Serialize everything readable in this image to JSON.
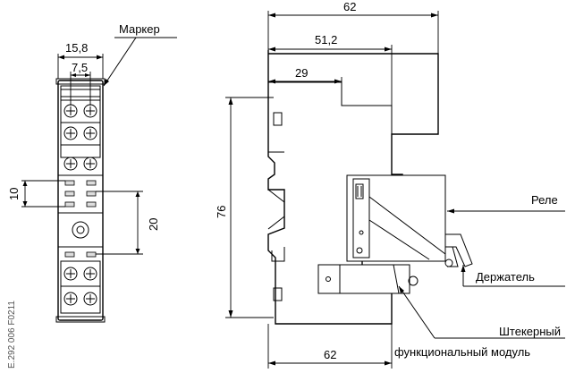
{
  "labels": {
    "marker": "Маркер",
    "relay": "Реле",
    "holder": "Держатель",
    "module_line1": "Штекерный",
    "module_line2": "функциональный модуль",
    "drawing_code": "E.292 006 F0211"
  },
  "dimensions": {
    "front_width": "15,8",
    "front_pitch": "7,5",
    "front_row_spacing": "10",
    "front_center_spacing": "20",
    "side_total_width_top": "62",
    "side_width_mid": "51,2",
    "side_width_small": "29",
    "side_height": "76",
    "side_total_width_bottom": "62"
  }
}
